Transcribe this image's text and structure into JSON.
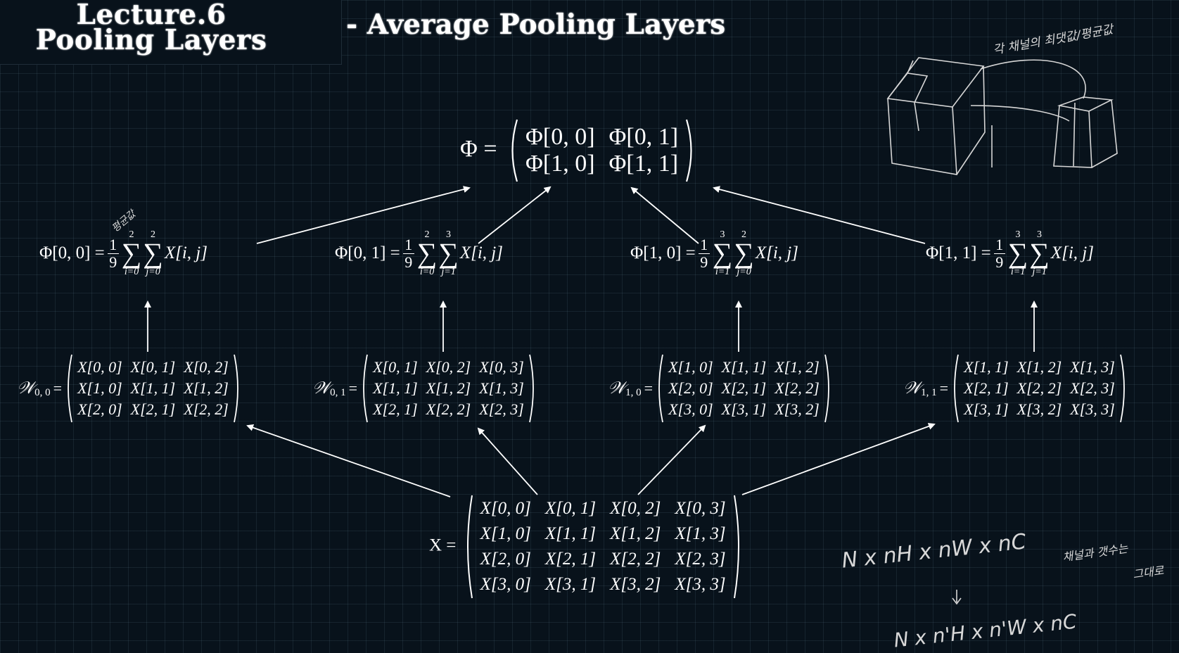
{
  "title": {
    "line1": "Lecture.6",
    "line2": "Pooling Layers",
    "subtitle": "- Average Pooling Layers"
  },
  "phi": {
    "lhs": "Φ =",
    "cells": [
      [
        "Φ[0, 0]",
        "Φ[0, 1]"
      ],
      [
        "Φ[1, 0]",
        "Φ[1, 1]"
      ]
    ]
  },
  "formulas": [
    {
      "lhs": "Φ[0, 0] =",
      "num": "1",
      "den": "9",
      "i_top": "2",
      "i_bot": "i=0",
      "j_top": "2",
      "j_bot": "j=0",
      "term": "X[i, j]"
    },
    {
      "lhs": "Φ[0, 1] =",
      "num": "1",
      "den": "9",
      "i_top": "2",
      "i_bot": "i=0",
      "j_top": "3",
      "j_bot": "j=1",
      "term": "X[i, j]"
    },
    {
      "lhs": "Φ[1, 0] =",
      "num": "1",
      "den": "9",
      "i_top": "3",
      "i_bot": "i=1",
      "j_top": "2",
      "j_bot": "j=0",
      "term": "X[i, j]"
    },
    {
      "lhs": "Φ[1, 1] =",
      "num": "1",
      "den": "9",
      "i_top": "3",
      "i_bot": "i=1",
      "j_top": "3",
      "j_bot": "j=1",
      "term": "X[i, j]"
    }
  ],
  "windows": [
    {
      "symbol": "𝒲",
      "sub": "0, 0",
      "eq": "=",
      "cells": [
        [
          "X[0, 0]",
          "X[0, 1]",
          "X[0, 2]"
        ],
        [
          "X[1, 0]",
          "X[1, 1]",
          "X[1, 2]"
        ],
        [
          "X[2, 0]",
          "X[2, 1]",
          "X[2, 2]"
        ]
      ]
    },
    {
      "symbol": "𝒲",
      "sub": "0, 1",
      "eq": "=",
      "cells": [
        [
          "X[0, 1]",
          "X[0, 2]",
          "X[0, 3]"
        ],
        [
          "X[1, 1]",
          "X[1, 2]",
          "X[1, 3]"
        ],
        [
          "X[2, 1]",
          "X[2, 2]",
          "X[2, 3]"
        ]
      ]
    },
    {
      "symbol": "𝒲",
      "sub": "1, 0",
      "eq": "=",
      "cells": [
        [
          "X[1, 0]",
          "X[1, 1]",
          "X[1, 2]"
        ],
        [
          "X[2, 0]",
          "X[2, 1]",
          "X[2, 2]"
        ],
        [
          "X[3, 0]",
          "X[3, 1]",
          "X[3, 2]"
        ]
      ]
    },
    {
      "symbol": "𝒲",
      "sub": "1, 1",
      "eq": "=",
      "cells": [
        [
          "X[1, 1]",
          "X[1, 2]",
          "X[1, 3]"
        ],
        [
          "X[2, 1]",
          "X[2, 2]",
          "X[2, 3]"
        ],
        [
          "X[3, 1]",
          "X[3, 2]",
          "X[3, 3]"
        ]
      ]
    }
  ],
  "input": {
    "lhs": "X =",
    "cells": [
      [
        "X[0, 0]",
        "X[0, 1]",
        "X[0, 2]",
        "X[0, 3]"
      ],
      [
        "X[1, 0]",
        "X[1, 1]",
        "X[1, 2]",
        "X[1, 3]"
      ],
      [
        "X[2, 0]",
        "X[2, 1]",
        "X[2, 2]",
        "X[2, 3]"
      ],
      [
        "X[3, 0]",
        "X[3, 1]",
        "X[3, 2]",
        "X[3, 3]"
      ]
    ]
  },
  "notes": {
    "top_right": "각 채널의 최댓값/평균값",
    "formula_note": "평균값",
    "dim_before": "N x nH x nW x nC",
    "dim_after": "N x n'H x n'W x nC",
    "arrow": "↓",
    "channel_note_1": "채널과 갯수는",
    "channel_note_2": "그대로"
  }
}
